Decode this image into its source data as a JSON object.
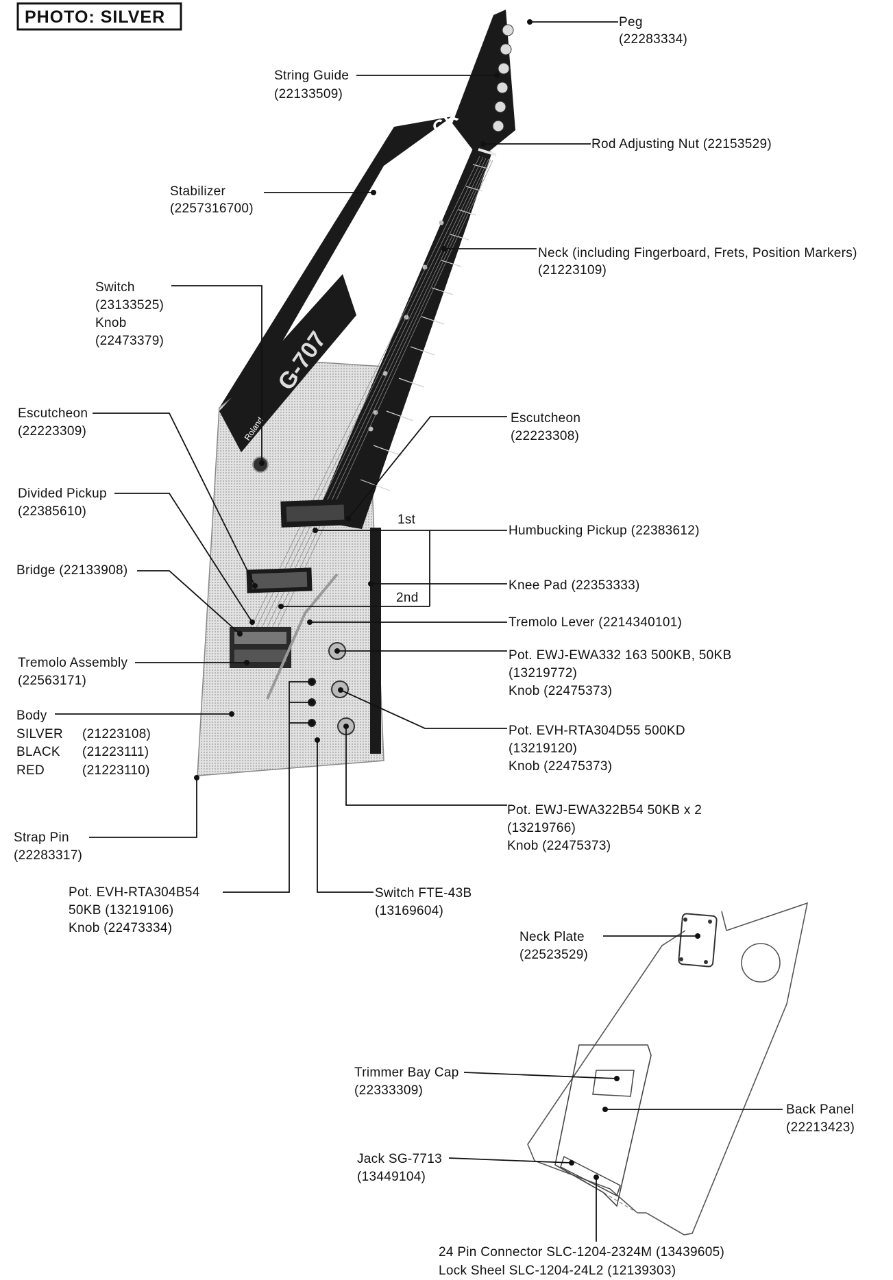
{
  "header": "PHOTO: SILVER",
  "headstock_logo": "GR",
  "body_logo": "G-707",
  "brand_small": "Roland",
  "colors": {
    "ink": "#111111",
    "body_fill": "#cfcfcf",
    "neck_fill": "#1a1a1a"
  },
  "labels": {
    "peg": [
      "Peg",
      "(22283334)"
    ],
    "string_guide": [
      "String Guide",
      "(22133509)"
    ],
    "rod_nut": [
      "Rod Adjusting Nut (22153529)"
    ],
    "stabilizer": [
      "Stabilizer",
      "(2257316700)"
    ],
    "neck": [
      "Neck (including Fingerboard, Frets, Position Markers)",
      "(21223109)"
    ],
    "switch_knob": [
      "Switch",
      "(23133525)",
      "Knob",
      "(22473379)"
    ],
    "escutcheon_left": [
      "Escutcheon",
      "(22223309)"
    ],
    "escutcheon_right": [
      "Escutcheon",
      "(22223308)"
    ],
    "divided_pickup": [
      "Divided Pickup",
      "(22385610)"
    ],
    "first": [
      "1st"
    ],
    "humbucking": [
      "Humbucking Pickup (22383612)"
    ],
    "bridge": [
      "Bridge (22133908)"
    ],
    "knee_pad": [
      "Knee Pad (22353333)"
    ],
    "second": [
      "2nd"
    ],
    "tremolo_lever": [
      "Tremolo Lever (2214340101)"
    ],
    "tremolo_assembly": [
      "Tremolo Assembly",
      "(22563171)"
    ],
    "pot1": [
      "Pot. EWJ-EWA332 163 500KB, 50KB",
      "(13219772)",
      "Knob (22475373)"
    ],
    "body": [
      "Body",
      "SILVER",
      "BLACK",
      "RED"
    ],
    "body_codes": [
      "(21223108)",
      "(21223111)",
      "(21223110)"
    ],
    "pot2": [
      "Pot. EVH-RTA304D55 500KD",
      "(13219120)",
      "Knob (22475373)"
    ],
    "pot3": [
      "Pot. EWJ-EWA322B54 50KB x 2",
      "(13219766)",
      "Knob (22475373)"
    ],
    "strap_pin": [
      "Strap Pin",
      "(22283317)"
    ],
    "pot4": [
      "Pot. EVH-RTA304B54",
      "50KB (13219106)",
      "Knob (22473334)"
    ],
    "switch_fte": [
      "Switch FTE-43B",
      "(13169604)"
    ],
    "neck_plate": [
      "Neck Plate",
      "(22523529)"
    ],
    "trimmer": [
      "Trimmer Bay Cap",
      "(22333309)"
    ],
    "back_panel": [
      "Back Panel",
      "(22213423)"
    ],
    "jack": [
      "Jack  SG-7713",
      "(13449104)"
    ],
    "connector": [
      "24 Pin Connector SLC-1204-2324M (13439605)",
      "Lock Sheel SLC-1204-24L2 (12139303)"
    ]
  }
}
